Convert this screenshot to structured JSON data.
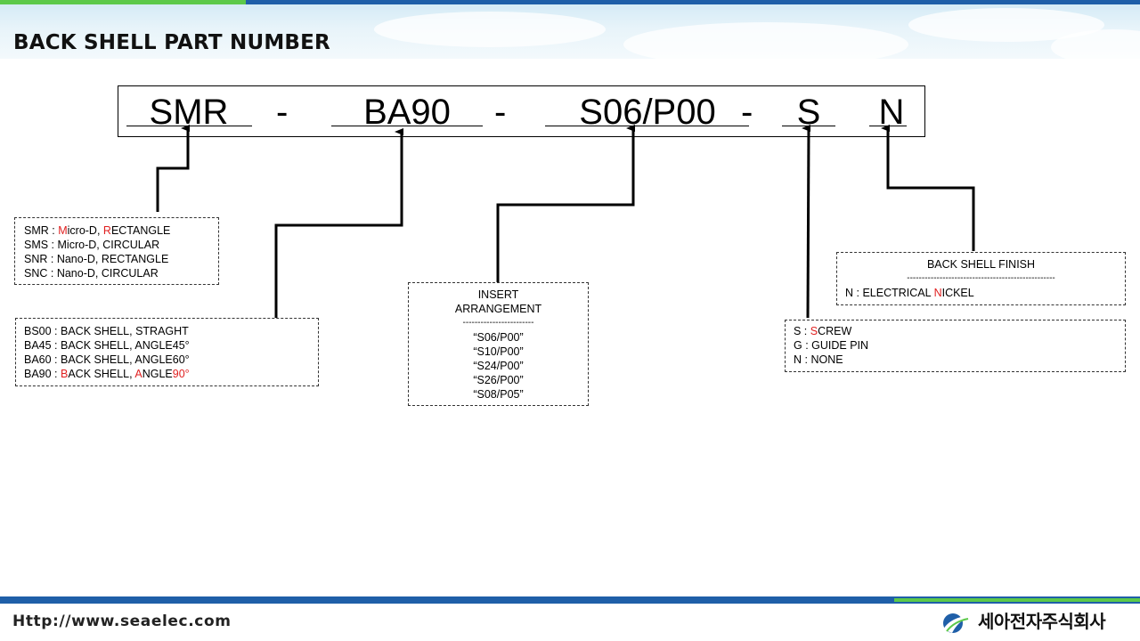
{
  "header": {
    "title": "BACK SHELL PART NUMBER"
  },
  "part_number": {
    "segments": [
      "SMR",
      "BA90",
      "S06/P00",
      "S",
      "N"
    ],
    "separators": [
      "-",
      "-",
      "-"
    ]
  },
  "boxes": {
    "series": {
      "items": [
        {
          "code": "SMR : ",
          "h1": "M",
          "t1": "icro-D,  ",
          "h2": "R",
          "t2": "ECTANGLE"
        },
        {
          "code": "SMS : ",
          "text": "Micro-D,  CIRCULAR"
        },
        {
          "code": "SNR : ",
          "text": "Nano-D,  RECTANGLE"
        },
        {
          "code": "SNC : ",
          "text": "Nano-D,  CIRCULAR"
        }
      ]
    },
    "shell": {
      "items": [
        {
          "code": "BS00 : ",
          "text": "BACK SHELL, STRAGHT"
        },
        {
          "code": "BA45 : ",
          "text": "BACK SHELL, ANGLE45°"
        },
        {
          "code": "BA60 : ",
          "text": "BACK SHELL, ANGLE60°"
        },
        {
          "code": "BA90 : ",
          "h1": "B",
          "t1": "ACK SHELL, ",
          "h2": "A",
          "t2": "NGLE",
          "h3": "90°"
        }
      ]
    },
    "insert": {
      "title_line1": "INSERT",
      "title_line2": "ARRANGEMENT",
      "divider": "------------------------",
      "items": [
        "“S06/P00”",
        "“S10/P00”",
        "“S24/P00”",
        "“S26/P00”",
        "“S08/P05”"
      ]
    },
    "finish": {
      "title": "BACK SHELL FINISH",
      "divider": "--------------------------------------------------",
      "item": {
        "code": "N : ELECTRICAL  ",
        "h1": "N",
        "t1": "ICKEL"
      }
    },
    "hardware": {
      "items": [
        {
          "code": "S : ",
          "h1": "S",
          "t1": "CREW"
        },
        {
          "code": "G : ",
          "text": "GUIDE  PIN"
        },
        {
          "code": "N : ",
          "text": "NONE"
        }
      ]
    }
  },
  "footer": {
    "url": "Http://www.seaelec.com",
    "company": "세아전자주식회사"
  },
  "colors": {
    "accent_blue": "#1f5fa8",
    "accent_green": "#5cc94a",
    "highlight_red": "#e02020"
  }
}
